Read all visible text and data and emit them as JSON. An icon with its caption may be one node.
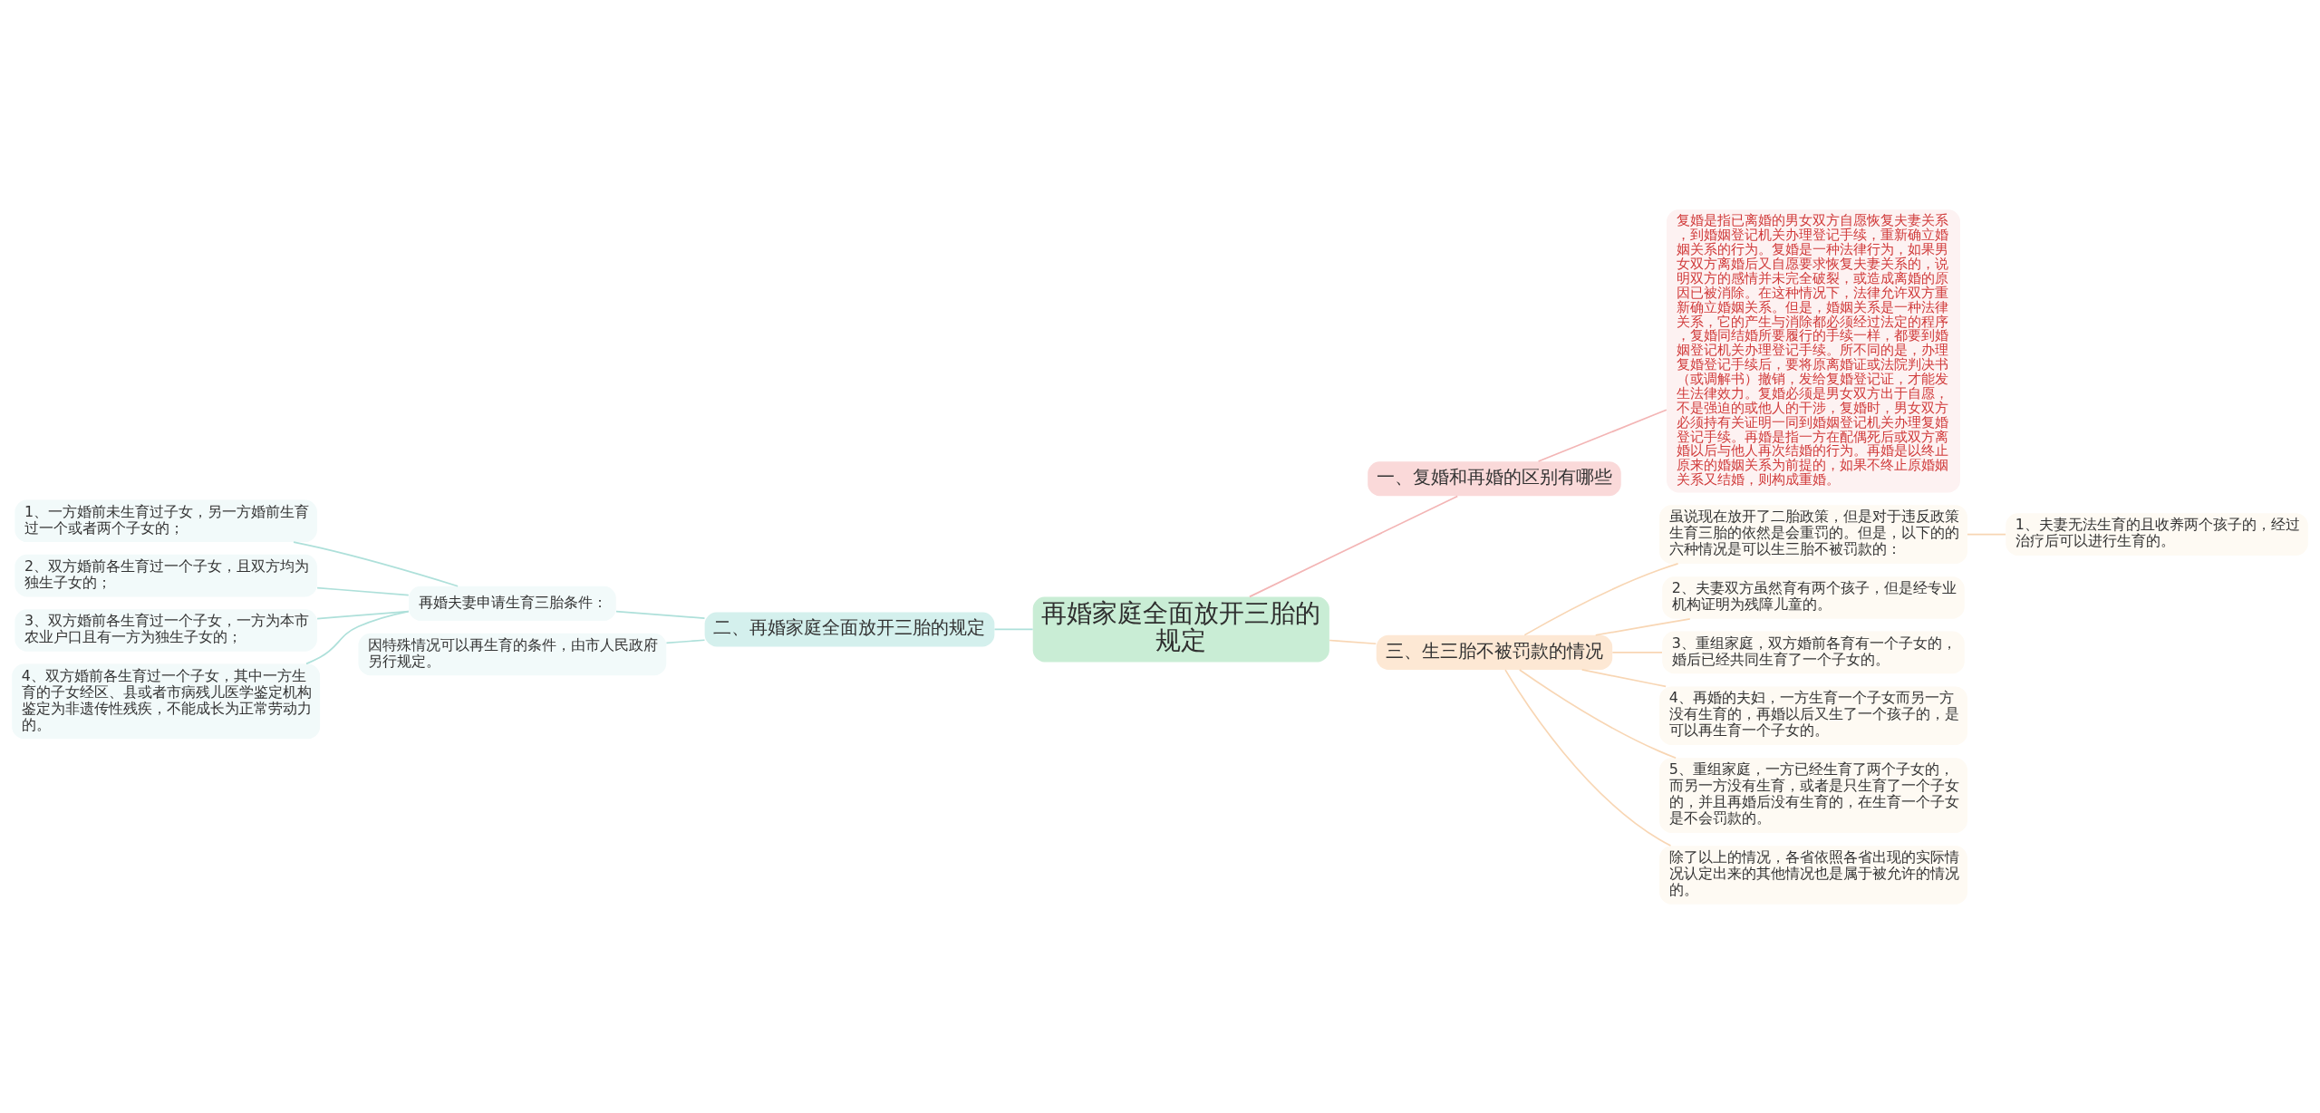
{
  "diagram": {
    "nodes": [
      {
        "text": [
          "再婚家庭全面放开三胎的规定"
        ]
      },
      {
        "text": [
          "一、复婚和再婚的区别有哪些"
        ]
      },
      {
        "text": [
          "复婚是指已离婚的男女双方自愿恢复夫妻关系，到婚姻登记机关办理登记手续，重新确立婚姻关系的行为。复婚是一种法律行为，如果男女双方离婚后又自愿要求恢复夫妻关系的，说明双方的感情并未完全破裂，或造成离婚的原因已被消除。在这种情况下，法律允许双方重新确立婚姻关系。但是，婚姻关系是一种法律关系，它的产生与消除都必须经过法定的程序，复婚同结婚所要履行的手续一样，都要到婚姻登记机关办理登记手续。所不同的是，办理复婚登记手续后，要将原离婚证或法院判决书（或调解书）撤销，发给复婚登记证，才能发生法律效力。复婚必须是男女双方出于自愿，不是强迫的或他人的干涉，复婚时，男女双方必须持有关证明一同到婚姻登记机关办理复婚登记手续。再婚是指一方在配偶死后或双方离婚以后与他人再次结婚的行为。再婚是以终止原来的婚姻关系为前提的，如果不终止原婚姻关系又结婚，则构成重婚。"
        ]
      },
      {
        "text": [
          "二、再婚家庭全面放开三胎的规定"
        ]
      },
      {
        "text": [
          "再婚夫妻申请生育三胎条件："
        ]
      },
      {
        "text": [
          "1、一方婚前未生育过子女，另一方婚前生育过一个或者两个子女的；"
        ]
      },
      {
        "text": [
          "2、双方婚前各生育过一个子女，且双方均为独生子女的；"
        ]
      },
      {
        "text": [
          "3、双方婚前各生育过一个子女，一方为本市农业户口且有一方为独生子女的；"
        ]
      },
      {
        "text": [
          "4、双方婚前各生育过一个子女，其中一方生育的子女经区、县或者市病残儿医学鉴定机构鉴定为非遗传性残疾，不能成长为正常劳动力的。"
        ]
      },
      {
        "text": [
          "因特殊情况可以再生育的条件，由市人民政府另行规定。"
        ]
      },
      {
        "text": [
          "三、生三胎不被罚款的情况"
        ]
      },
      {
        "text": [
          "虽说现在放开了二胎政策，但是对于违反政策生育三胎的依然是会重罚的。但是，以下的的六种情况是可以生三胎不被罚款的："
        ]
      },
      {
        "text": [
          "1、夫妻无法生育的且收养两个孩子的，经过治疗后可以进行生育的。"
        ]
      },
      {
        "text": [
          "2、夫妻双方虽然育有两个孩子，但是经专业机构证明为残障儿童的。"
        ]
      },
      {
        "text": [
          "3、重组家庭，双方婚前各育有一个子女的，婚后已经共同生育了一个子女的。"
        ]
      },
      {
        "text": [
          "4、再婚的夫妇，一方生育一个子女而另一方没有生育的，再婚以后又生了一个孩子的，是可以再生育一个子女的。"
        ]
      },
      {
        "text": [
          "5、重组家庭，一方已经生育了两个子女的，而另一方没有生育，或者是只生育了一个子女的，并且再婚后没有生育的，在生育一个子女是不会罚款的。"
        ]
      },
      {
        "text": [
          "除了以上的情况，各省依照各省出现的实际情况认定出来的其他情况也是属于被允许的情况的。"
        ]
      }
    ],
    "edges": [
      {
        "from": 0,
        "to": 1,
        "arrow": "none",
        "color": "#f3b5b5"
      },
      {
        "from": 1,
        "to": 2,
        "arrow": "none",
        "color": "#f3b5b5"
      },
      {
        "from": 3,
        "to": 0,
        "arrow": "none",
        "color": "#aee0da"
      },
      {
        "from": 4,
        "to": 3,
        "arrow": "none",
        "color": "#aee0da"
      },
      {
        "from": 5,
        "to": 4,
        "arrow": "none",
        "color": "#aee0da"
      },
      {
        "from": 6,
        "to": 4,
        "arrow": "none",
        "color": "#aee0da"
      },
      {
        "from": 7,
        "to": 4,
        "arrow": "none",
        "color": "#aee0da"
      },
      {
        "from": 8,
        "to": 4,
        "arrow": "none",
        "color": "#aee0da"
      },
      {
        "from": 9,
        "to": 3,
        "arrow": "none",
        "color": "#aee0da"
      },
      {
        "from": 0,
        "to": 10,
        "arrow": "none"
      },
      {
        "from": 10,
        "to": 11,
        "arrow": "none"
      },
      {
        "from": 11,
        "to": 12,
        "arrow": "none"
      },
      {
        "from": 10,
        "to": 13,
        "arrow": "none"
      },
      {
        "from": 10,
        "to": 14,
        "arrow": "none"
      },
      {
        "from": 10,
        "to": 15,
        "arrow": "none"
      },
      {
        "from": 10,
        "to": 16,
        "arrow": "none"
      },
      {
        "from": 10,
        "to": 17,
        "arrow": "none"
      }
    ]
  }
}
